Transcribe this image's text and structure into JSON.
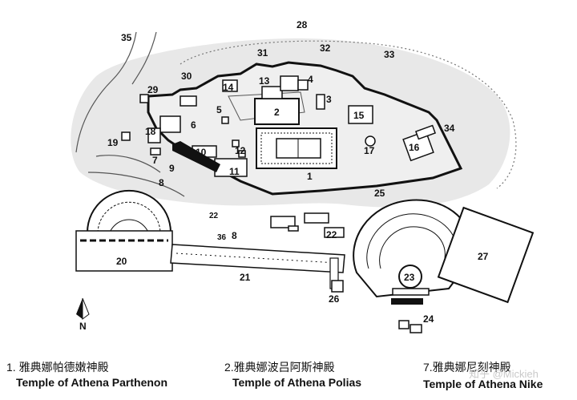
{
  "map": {
    "north_label": "N",
    "site_numbers": {
      "n1": "1",
      "n2": "2",
      "n3": "3",
      "n4": "4",
      "n5": "5",
      "n6": "6",
      "n7": "7",
      "n8": "8",
      "n9": "9",
      "n10": "10",
      "n11": "11",
      "n12": "12",
      "n13": "13",
      "n14": "14",
      "n15": "15",
      "n16": "16",
      "n17": "17",
      "n18": "18",
      "n19": "19",
      "n20": "20",
      "n21": "21",
      "n22a": "22",
      "n22b": "22",
      "n23": "23",
      "n24": "24",
      "n25": "25",
      "n26": "26",
      "n27": "27",
      "n28": "28",
      "n29": "29",
      "n30": "30",
      "n31": "31",
      "n32": "32",
      "n33": "33",
      "n34": "34",
      "n35": "35",
      "n36": "36",
      "n38": "8"
    }
  },
  "legend": [
    {
      "zh": "1. 雅典娜帕德嫩神殿",
      "en": "Temple of Athena Parthenon"
    },
    {
      "zh": "2.雅典娜波吕阿斯神殿",
      "en": "Temple of Athena Polias"
    },
    {
      "zh": "7.雅典娜尼刻神殿",
      "en": "Temple of Athena Nike"
    }
  ],
  "watermark": "知乎 @Mickieh",
  "colors": {
    "terrain": "#e8e8e8",
    "outline": "#111111"
  }
}
